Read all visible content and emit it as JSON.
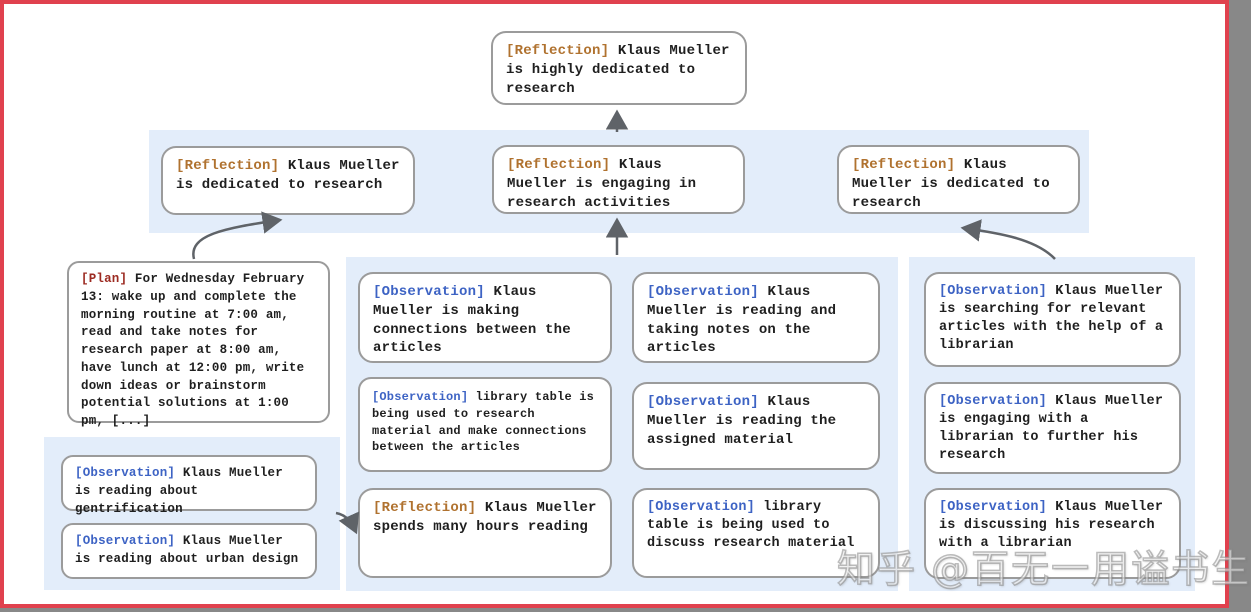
{
  "colors": {
    "frame_red": "#e0414e",
    "panel_blue": "#e3edfa",
    "box_border_gray": "#9b9b9b",
    "reflection_label": "#b0722f",
    "observation_label": "#3d63c4",
    "plan_label": "#9c2a21",
    "body_text": "#1f1f1f",
    "arrow_gray": "#5f6368"
  },
  "watermark": {
    "text": "知乎 @百无一用谥书生"
  },
  "boxes": {
    "top_reflection": {
      "tag": "[Reflection]",
      "text": "Klaus Mueller is highly dedicated to research"
    },
    "refl_dedicated_left": {
      "tag": "[Reflection]",
      "text": "Klaus Mueller is dedicated to research"
    },
    "refl_engaging": {
      "tag": "[Reflection]",
      "text": "Klaus Mueller is engaging in research activities"
    },
    "refl_dedicated_right": {
      "tag": "[Reflection]",
      "text": "Klaus Mueller is dedicated to research"
    },
    "plan": {
      "tag": "[Plan]",
      "text": "For Wednesday February 13: wake up and complete the morning routine at 7:00 am, read and take notes for research paper at 8:00 am, have lunch at 12:00 pm, write down ideas or brainstorm potential solutions at 1:00 pm, [...]"
    },
    "obs_gentrification": {
      "tag": "[Observation]",
      "text": "Klaus Mueller is reading about gentrification"
    },
    "obs_urban_design": {
      "tag": "[Observation]",
      "text": "Klaus Mueller is reading about urban design"
    },
    "obs_connections": {
      "tag": "[Observation]",
      "text": "Klaus Mueller is making connections between the articles"
    },
    "obs_library_research": {
      "tag": "[Observation]",
      "text": "library table is being used to research material and make connections between the articles"
    },
    "refl_spends_hours": {
      "tag": "[Reflection]",
      "text": "Klaus Mueller spends many hours reading"
    },
    "obs_taking_notes": {
      "tag": "[Observation]",
      "text": "Klaus Mueller is reading and taking notes on the articles"
    },
    "obs_assigned": {
      "tag": "[Observation]",
      "text": "Klaus Mueller is reading the assigned material"
    },
    "obs_library_discuss": {
      "tag": "[Observation]",
      "text": "library table is being used to discuss research material"
    },
    "obs_searching": {
      "tag": "[Observation]",
      "text": "Klaus Mueller is searching for relevant articles with the help of a librarian"
    },
    "obs_engaging_librarian": {
      "tag": "[Observation]",
      "text": "Klaus Mueller is engaging with a librarian to further his research"
    },
    "obs_discussing": {
      "tag": "[Observation]",
      "text": "Klaus Mueller is discussing his research with a librarian"
    }
  }
}
